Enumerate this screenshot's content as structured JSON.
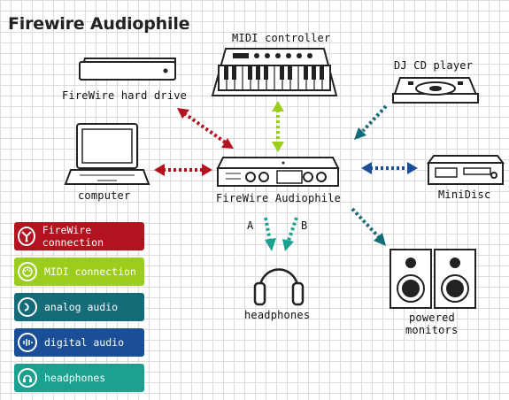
{
  "title": "Firewire Audiophile",
  "devices": {
    "midi_controller": "MIDI controller",
    "firewire_hard_drive": "FireWire hard drive",
    "dj_cd_player": "DJ CD player",
    "computer": "computer",
    "firewire_audiophile": "FireWire Audiophile",
    "minidisc": "MiniDisc",
    "headphones": "headphones",
    "powered_monitors_line1": "powered",
    "powered_monitors_line2": "monitors"
  },
  "ports": {
    "a": "A",
    "b": "B"
  },
  "legend": [
    {
      "label": "FireWire connection",
      "color": "#b3121f",
      "icon": "firewire-icon"
    },
    {
      "label": "MIDI connection",
      "color": "#9ccc1c",
      "icon": "midi-icon"
    },
    {
      "label": "analog audio",
      "color": "#136c78",
      "icon": "analog-audio-icon"
    },
    {
      "label": "digital audio",
      "color": "#1a4f98",
      "icon": "digital-audio-icon"
    },
    {
      "label": "headphones",
      "color": "#1aa18f",
      "icon": "headphones-icon"
    }
  ],
  "colors": {
    "firewire": "#b3121f",
    "midi": "#9ccc1c",
    "analog": "#136c78",
    "digital": "#1a4f98",
    "headphones": "#1aa18f"
  }
}
